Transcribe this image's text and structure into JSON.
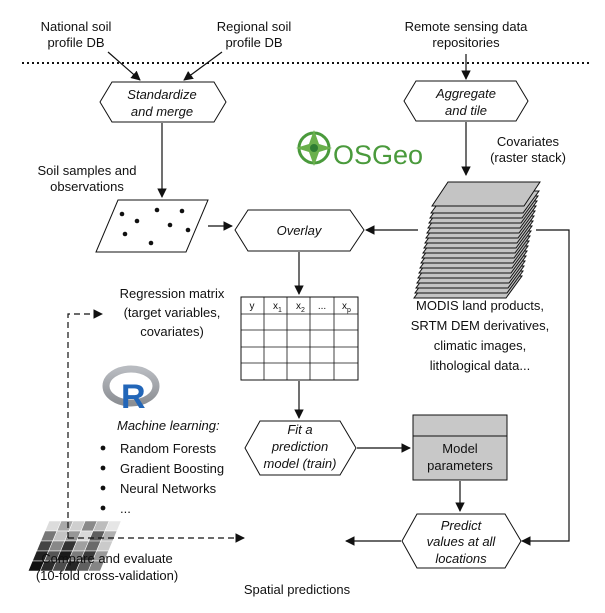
{
  "sources": {
    "national_1": "National soil",
    "national_2": "profile DB",
    "regional_1": "Regional soil",
    "regional_2": "profile DB",
    "remote_1": "Remote sensing data",
    "remote_2": "repositories"
  },
  "process": {
    "standardize_1": "Standardize",
    "standardize_2": "and merge",
    "aggregate_1": "Aggregate",
    "aggregate_2": "and tile",
    "overlay": "Overlay",
    "fit_1": "Fit a",
    "fit_2": "prediction",
    "fit_3": "model (train)",
    "predict_1": "Predict",
    "predict_2": "values at all",
    "predict_3": "locations"
  },
  "labels": {
    "soil_samples_1": "Soil samples and",
    "soil_samples_2": "observations",
    "covariates_1": "Covariates",
    "covariates_2": "(raster stack)",
    "osgeo": "OSGeo",
    "regression_1": "Regression matrix",
    "regression_2": "(target variables,",
    "regression_3": "covariates)",
    "modis_1": "MODIS land products,",
    "modis_2": "SRTM DEM derivatives,",
    "modis_3": "climatic images,",
    "modis_4": "lithological data...",
    "model_params_1": "Model",
    "model_params_2": "parameters",
    "ml_title": "Machine learning:",
    "ml_items": [
      "Random Forests",
      "Gradient Boosting",
      "Neural Networks",
      "..."
    ],
    "compare_1": "Compare and evaluate",
    "compare_2": "(10-fold cross-validation)",
    "spatial": "Spatial predictions",
    "r_logo": "R"
  },
  "matrix_header": {
    "y": "y",
    "x1": "x",
    "x1_sub": "1",
    "x2": "x",
    "x2_sub": "2",
    "dots": "...",
    "xp": "x",
    "xp_sub": "p"
  },
  "colors": {
    "osgeo_green": "#4a9a3c",
    "box_grey": "#c8c8c8",
    "r_blue": "#2266b8",
    "r_grey": "#a5a8ad"
  }
}
